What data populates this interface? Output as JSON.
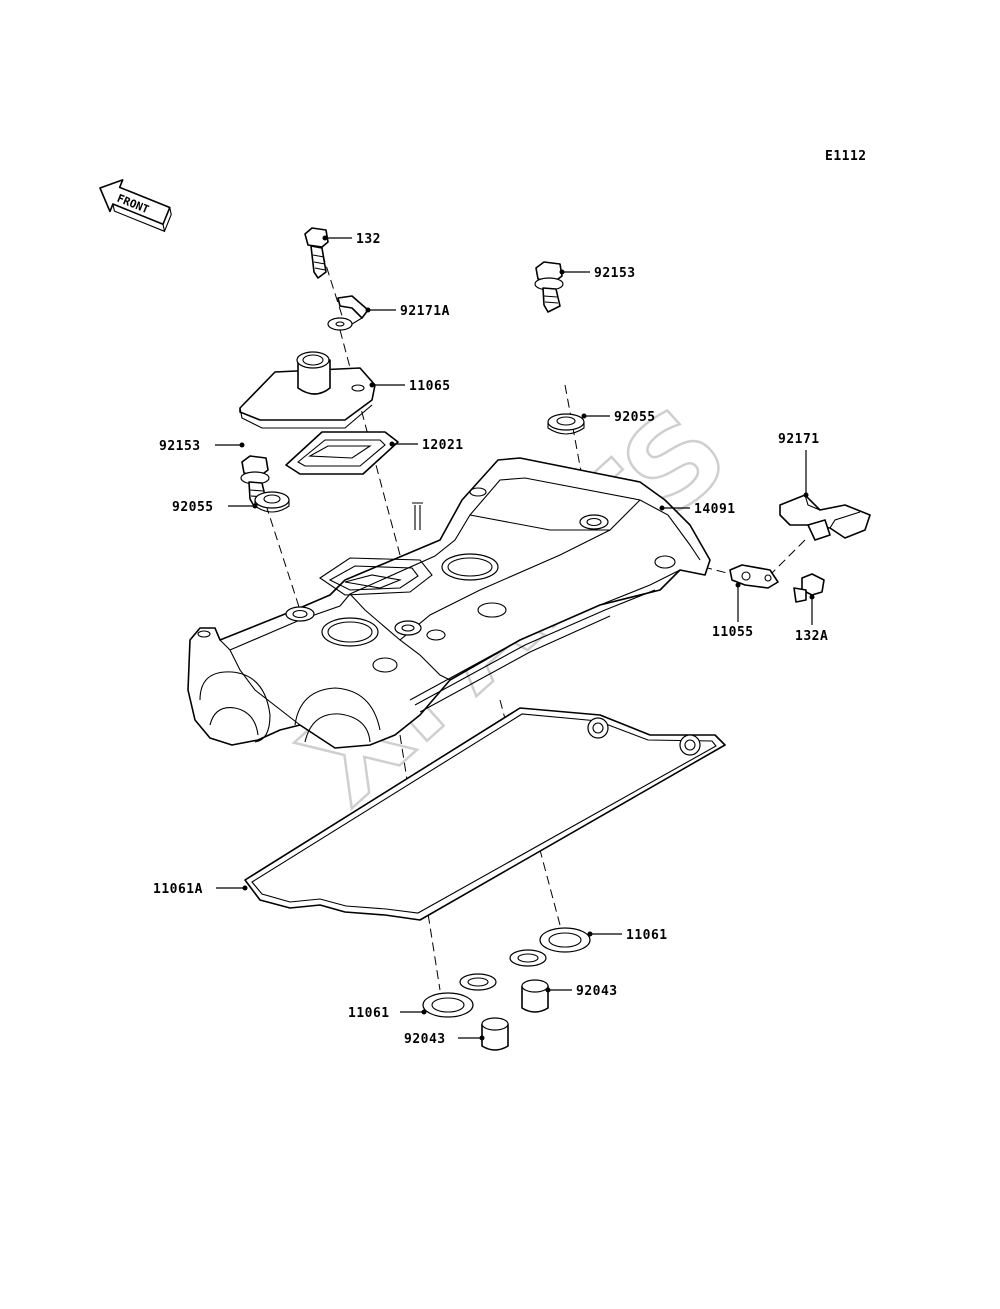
{
  "diagram": {
    "code": "E1112",
    "direction_label": "FRONT",
    "watermark": "XPARTS",
    "parts": {
      "p132": "132",
      "p92171A": "92171A",
      "p92153_top": "92153",
      "p11065": "11065",
      "p92055_right": "92055",
      "p92153_left": "92153",
      "p12021": "12021",
      "p92055_left": "92055",
      "p14091": "14091",
      "p92171": "92171",
      "p11055": "11055",
      "p132A": "132A",
      "p11061A": "11061A",
      "p11061_right": "11061",
      "p92043_right": "92043",
      "p11061_left": "11061",
      "p92043_left": "92043"
    }
  }
}
